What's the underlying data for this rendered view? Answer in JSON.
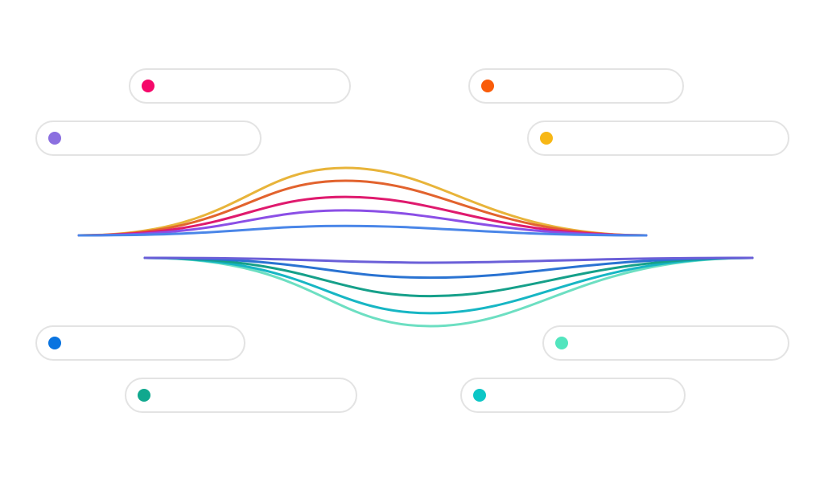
{
  "pills": [
    {
      "id": "pill-pink",
      "color": "#f5086a",
      "label": ""
    },
    {
      "id": "pill-orange",
      "color": "#f95c0a",
      "label": ""
    },
    {
      "id": "pill-purple",
      "color": "#8b6fe0",
      "label": ""
    },
    {
      "id": "pill-yellow",
      "color": "#f7b715",
      "label": ""
    },
    {
      "id": "pill-blue",
      "color": "#0a74e0",
      "label": ""
    },
    {
      "id": "pill-mint",
      "color": "#52e5be",
      "label": ""
    },
    {
      "id": "pill-green",
      "color": "#10a88e",
      "label": ""
    },
    {
      "id": "pill-cyan",
      "color": "#0cc6c6",
      "label": ""
    }
  ],
  "upper_curves": [
    {
      "name": "yellow",
      "color": "#e8b43a",
      "amplitude": 1.0
    },
    {
      "name": "orange",
      "color": "#e2632e",
      "amplitude": 0.81
    },
    {
      "name": "pink",
      "color": "#df1a6e",
      "amplitude": 0.57
    },
    {
      "name": "purple",
      "color": "#8b4fe6",
      "amplitude": 0.37
    },
    {
      "name": "blue",
      "color": "#4a86e8",
      "amplitude": 0.14
    }
  ],
  "lower_curves": [
    {
      "name": "purple",
      "color": "#6b5fd8",
      "amplitude": 0.07
    },
    {
      "name": "blue",
      "color": "#2a73d2",
      "amplitude": 0.29
    },
    {
      "name": "green",
      "color": "#16a08a",
      "amplitude": 0.56
    },
    {
      "name": "cyan",
      "color": "#17b6c4",
      "amplitude": 0.81
    },
    {
      "name": "mint",
      "color": "#6ddfc2",
      "amplitude": 1.0
    }
  ]
}
